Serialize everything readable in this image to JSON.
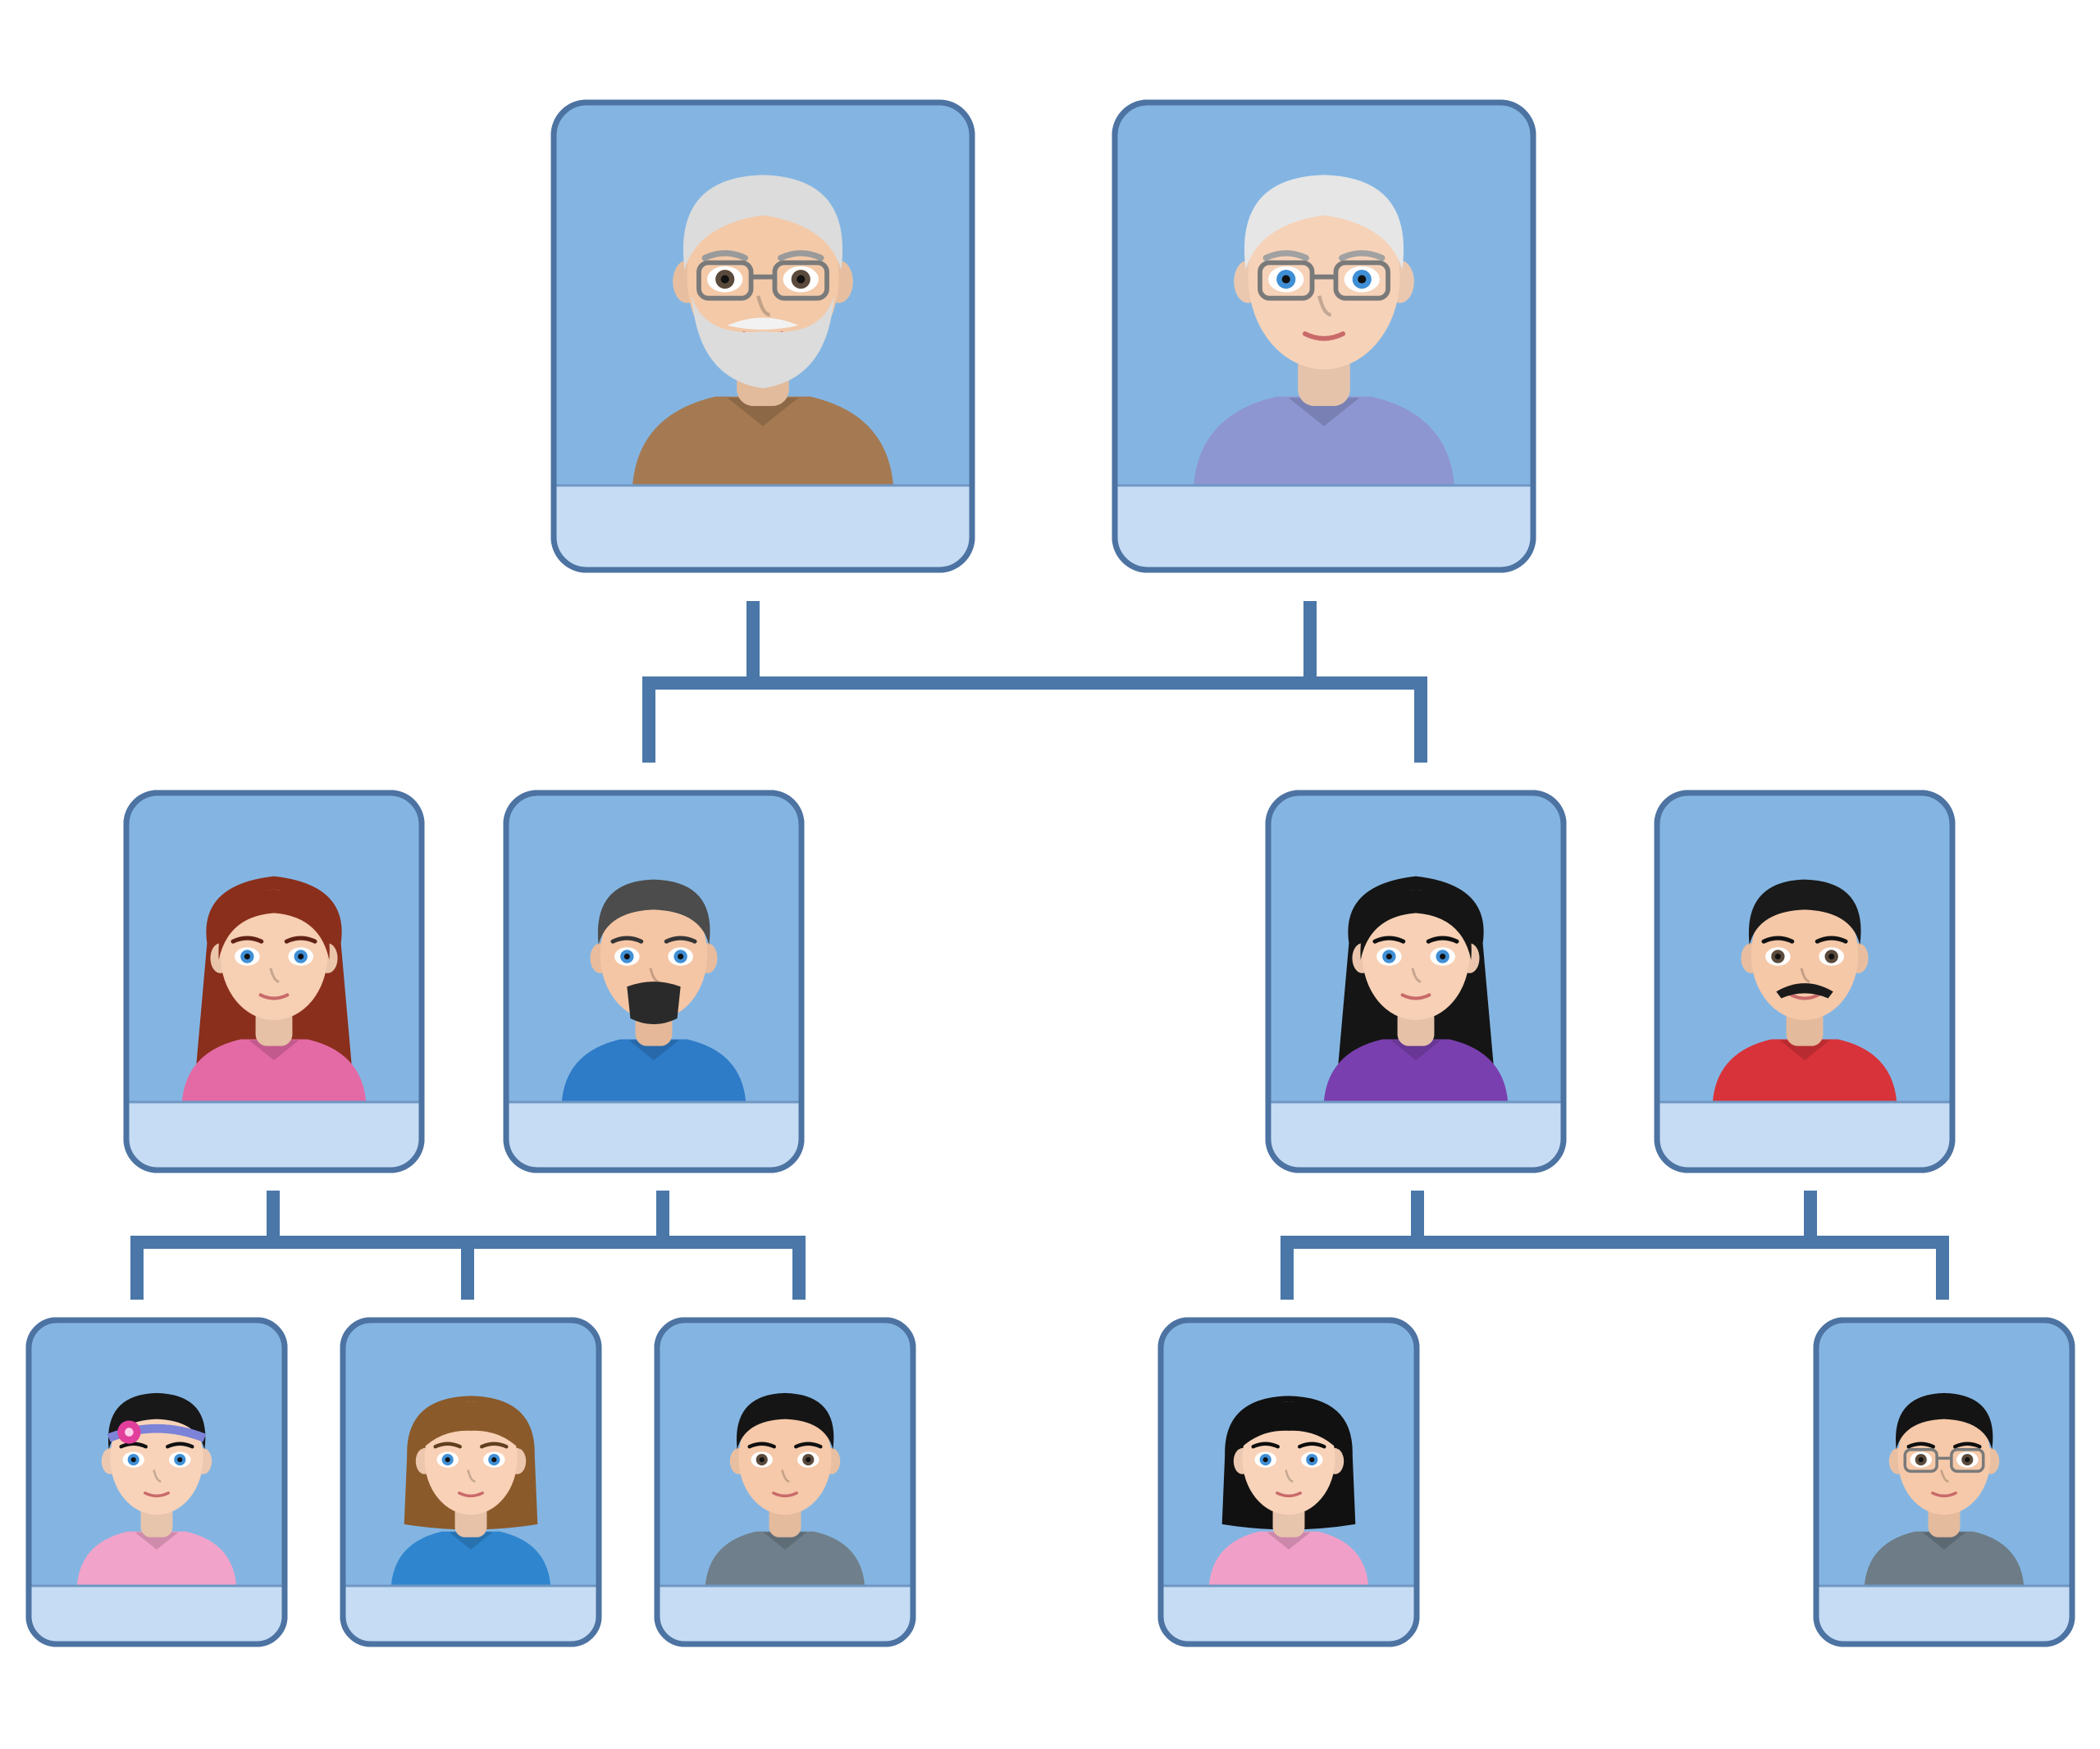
{
  "diagram": {
    "title": "",
    "colors": {
      "background": "#ffffff",
      "connector": "#4a77a8",
      "card_fill": "#84b5e2",
      "card_border": "#4c73a2",
      "label_area": "#c6dcf4"
    },
    "members": [
      {
        "id": "grandfather",
        "generation": 1,
        "name_label": "",
        "avatar": "elderly-man-beard-glasses-icon",
        "skin": "#f3c9a8",
        "hair": "#dcdcdc",
        "shirt": "#a57a52"
      },
      {
        "id": "grandmother",
        "generation": 1,
        "name_label": "",
        "avatar": "elderly-woman-glasses-icon",
        "skin": "#f6d2b8",
        "hair": "#e6e6e6",
        "shirt": "#8e96d2"
      },
      {
        "id": "mother-left",
        "generation": 2,
        "name_label": "",
        "avatar": "woman-long-red-hair-icon",
        "skin": "#f7cfb3",
        "hair": "#8a2f1c",
        "shirt": "#e46aa6"
      },
      {
        "id": "father-left",
        "generation": 2,
        "name_label": "",
        "avatar": "man-goatee-gray-hair-icon",
        "skin": "#f5c6a5",
        "hair": "#4c4c4c",
        "shirt": "#2e7bc8"
      },
      {
        "id": "mother-right",
        "generation": 2,
        "name_label": "",
        "avatar": "woman-long-black-hair-icon",
        "skin": "#f7d0b5",
        "hair": "#151515",
        "shirt": "#7a3fae"
      },
      {
        "id": "father-right",
        "generation": 2,
        "name_label": "",
        "avatar": "man-mustache-icon",
        "skin": "#f5c8a8",
        "hair": "#1a1a1a",
        "shirt": "#d8333a"
      },
      {
        "id": "child-1",
        "generation": 3,
        "name_label": "",
        "avatar": "girl-headband-flower-icon",
        "skin": "#f8d3b9",
        "hair": "#181818",
        "shirt": "#f2a3c9"
      },
      {
        "id": "child-2",
        "generation": 3,
        "name_label": "",
        "avatar": "girl-bob-brown-hair-icon",
        "skin": "#f8d1b6",
        "hair": "#8b5a2b",
        "shirt": "#2f86cf"
      },
      {
        "id": "child-3",
        "generation": 3,
        "name_label": "",
        "avatar": "boy-black-hair-icon",
        "skin": "#f5c9a9",
        "hair": "#151515",
        "shirt": "#6f7f8b"
      },
      {
        "id": "child-4",
        "generation": 3,
        "name_label": "",
        "avatar": "girl-black-bob-icon",
        "skin": "#f8d3b9",
        "hair": "#111111",
        "shirt": "#f0a0c8"
      },
      {
        "id": "child-5",
        "generation": 3,
        "name_label": "",
        "avatar": "boy-glasses-icon",
        "skin": "#f5c9a9",
        "hair": "#141414",
        "shirt": "#6d7c86"
      }
    ]
  }
}
